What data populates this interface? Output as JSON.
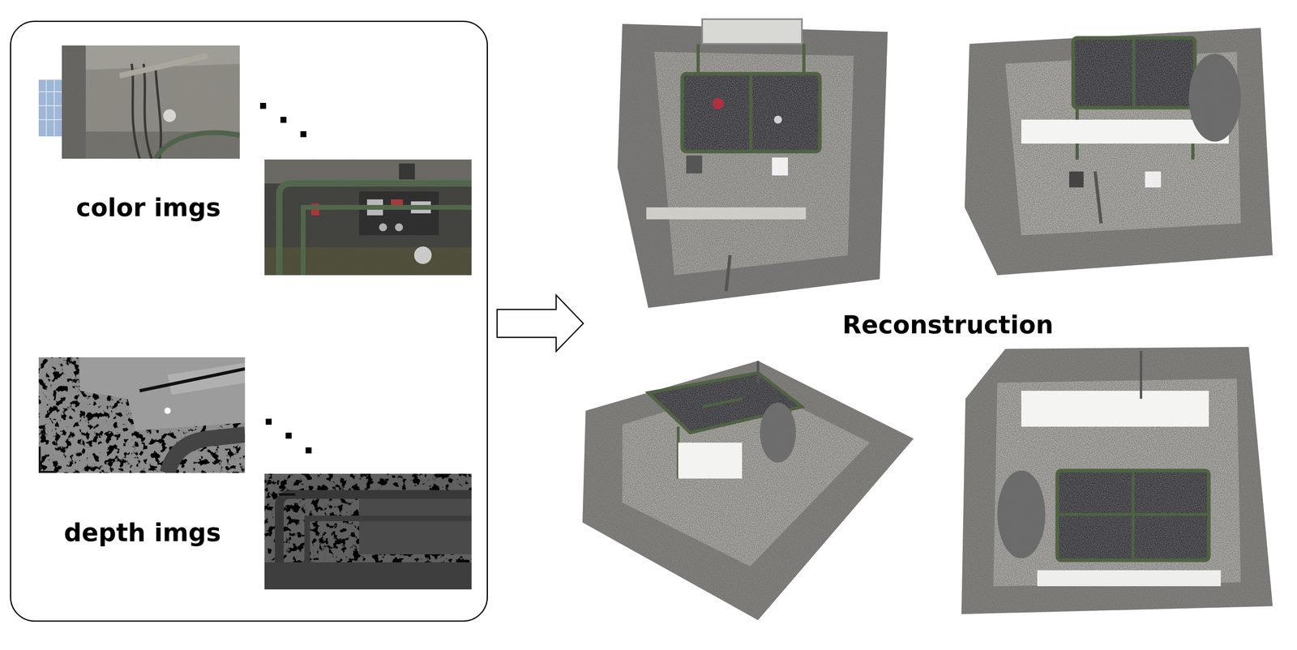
{
  "diagram": {
    "nodes": [
      {
        "text": [
          "color imgs",
          "depth imgs"
        ]
      }
    ],
    "labels": [
      "Reconstruction"
    ]
  }
}
